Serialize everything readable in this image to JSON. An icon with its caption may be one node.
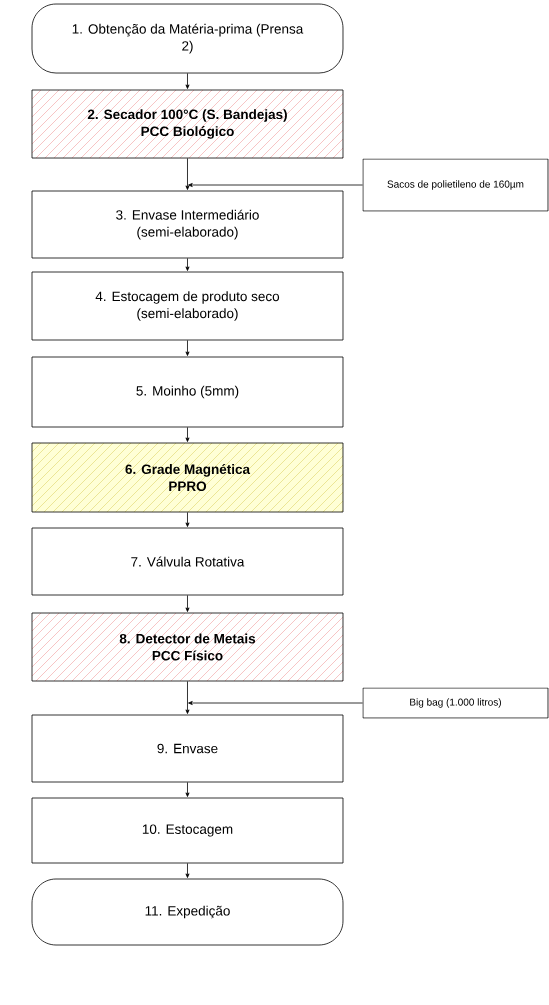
{
  "diagram": {
    "nodes": [
      {
        "text": [
          "1. Obtenção da Matéria-prima (Prensa 2)"
        ]
      },
      {
        "text": [
          "2. Secador 100°C (S. Bandejas)",
          "PCC Biológico"
        ]
      },
      {
        "text": [
          "3. Envase Intermediário (semi-elaborado)"
        ]
      },
      {
        "text": [
          "4. Estocagem de produto seco (semi-elaborado)"
        ]
      },
      {
        "text": [
          "5. Moinho (5mm)"
        ]
      },
      {
        "text": [
          "6. Grade Magnética",
          "PPRO"
        ]
      },
      {
        "text": [
          "7. Válvula Rotativa"
        ]
      },
      {
        "text": [
          "8. Detector de Metais",
          "PCC Físico"
        ]
      },
      {
        "text": [
          "9. Envase"
        ]
      },
      {
        "text": [
          "10. Estocagem"
        ]
      },
      {
        "text": [
          "11. Expedição"
        ]
      },
      {
        "text": [
          "Sacos de polietileno de 160µm"
        ]
      },
      {
        "text": [
          "Big bag (1.000 litros)"
        ]
      }
    ],
    "edges": [
      {
        "from": 0,
        "to": 1,
        "arrow": "to"
      },
      {
        "from": 1,
        "to": 2,
        "arrow": "to"
      },
      {
        "from": 2,
        "to": 3,
        "arrow": "to"
      },
      {
        "from": 3,
        "to": 4,
        "arrow": "to"
      },
      {
        "from": 4,
        "to": 5,
        "arrow": "to"
      },
      {
        "from": 5,
        "to": 6,
        "arrow": "to"
      },
      {
        "from": 6,
        "to": 7,
        "arrow": "to"
      },
      {
        "from": 7,
        "to": 8,
        "arrow": "to"
      },
      {
        "from": 8,
        "to": 9,
        "arrow": "to"
      },
      {
        "from": 9,
        "to": 10,
        "arrow": "to"
      },
      {
        "from": 11,
        "to": 2,
        "arrow": "to"
      },
      {
        "from": 12,
        "to": 8,
        "arrow": "to"
      }
    ]
  }
}
